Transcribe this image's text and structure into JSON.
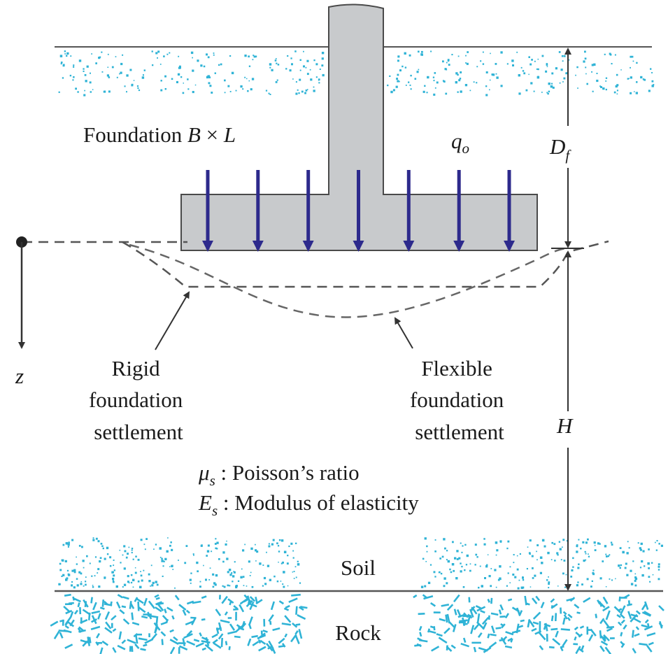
{
  "labels": {
    "foundation_prefix": "Foundation ",
    "foundation_b": "B",
    "foundation_times": " × ",
    "foundation_l": "L",
    "load_q": "q",
    "load_sub": "o",
    "depth_d": "D",
    "depth_sub": "f",
    "z_axis": "z",
    "height_h": "H",
    "rigid_line1": "Rigid",
    "rigid_line2": "foundation",
    "rigid_line3": "settlement",
    "flex_line1": "Flexible",
    "flex_line2": "foundation",
    "flex_line3": "settlement",
    "mu": "μ",
    "mu_sub": "s",
    "mu_text": " : Poisson’s ratio",
    "e": "E",
    "e_sub": "s",
    "e_text": " : Modulus of elasticity",
    "soil": "Soil",
    "rock": "Rock"
  },
  "colors": {
    "concrete_fill": "#c8cacc",
    "concrete_stroke": "#4a4a4a",
    "load_arrow": "#2d2a8c",
    "speckle": "#2fb3d6",
    "line": "#333333",
    "dashed": "#555555"
  },
  "load_arrow_count": 7
}
